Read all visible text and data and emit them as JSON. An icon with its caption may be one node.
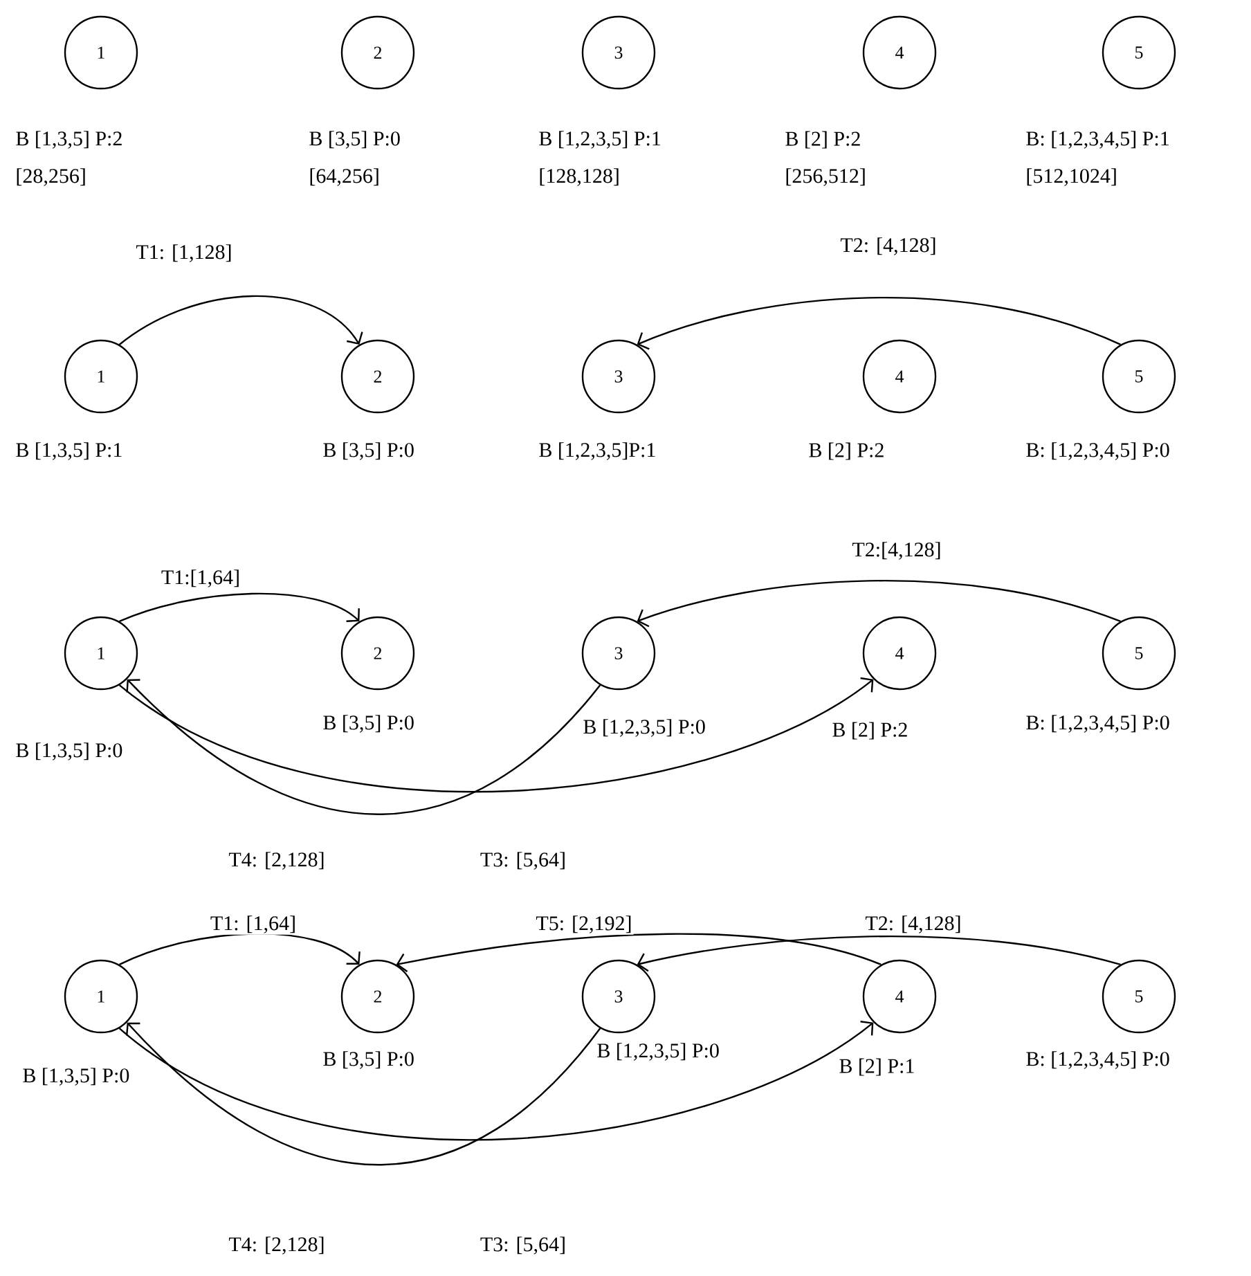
{
  "diagram": {
    "nodes": [
      {
        "text": [
          "1"
        ],
        "beside": [
          "B [1,3,5] P:2",
          "[28,256]"
        ]
      },
      {
        "text": [
          "2"
        ],
        "beside": [
          "B [3,5] P:0",
          "[64,256]"
        ]
      },
      {
        "text": [
          "3"
        ],
        "beside": [
          "B [1,2,3,5] P:1",
          "[128,128]"
        ]
      },
      {
        "text": [
          "4"
        ],
        "beside": [
          "B [2] P:2",
          "[256,512]"
        ]
      },
      {
        "text": [
          "5"
        ],
        "beside": [
          "B: [1,2,3,4,5] P:1",
          "[512,1024]"
        ]
      },
      {
        "text": [
          "1"
        ],
        "beside": [
          "B [1,3,5] P:1"
        ]
      },
      {
        "text": [
          "2"
        ],
        "beside": [
          "B [3,5] P:0"
        ]
      },
      {
        "text": [
          "3"
        ],
        "beside": [
          "B [1,2,3,5]P:1"
        ]
      },
      {
        "text": [
          "4"
        ],
        "beside": [
          "B [2] P:2"
        ]
      },
      {
        "text": [
          "5"
        ],
        "beside": [
          "B: [1,2,3,4,5] P:0"
        ]
      },
      {
        "text": [
          "1"
        ],
        "beside": [
          "B [1,3,5] P:0"
        ]
      },
      {
        "text": [
          "2"
        ],
        "beside": [
          "B [3,5] P:0"
        ]
      },
      {
        "text": [
          "3"
        ],
        "beside": [
          "B [1,2,3,5] P:0"
        ]
      },
      {
        "text": [
          "4"
        ],
        "beside": [
          "B [2] P:2"
        ]
      },
      {
        "text": [
          "5"
        ],
        "beside": [
          "B: [1,2,3,4,5] P:0"
        ]
      },
      {
        "text": [
          "1"
        ],
        "beside": [
          "B [1,3,5] P:0"
        ]
      },
      {
        "text": [
          "2"
        ],
        "beside": [
          "B [3,5] P:0"
        ]
      },
      {
        "text": [
          "3"
        ],
        "beside": [
          "B [1,2,3,5] P:0"
        ]
      },
      {
        "text": [
          "4"
        ],
        "beside": [
          "B [2] P:1"
        ]
      },
      {
        "text": [
          "5"
        ],
        "beside": [
          "B: [1,2,3,4,5] P:0"
        ]
      }
    ],
    "edges": [
      {
        "from": 5,
        "to": 6,
        "arrow": "to",
        "label": "T1: [1,128]"
      },
      {
        "from": 9,
        "to": 7,
        "arrow": "to",
        "label": "T2: [4,128]"
      },
      {
        "from": 10,
        "to": 11,
        "arrow": "to",
        "label": "T1:[1,64]"
      },
      {
        "from": 14,
        "to": 12,
        "arrow": "to",
        "label": "T2:[4,128]"
      },
      {
        "from": 12,
        "to": 10,
        "arrow": "to",
        "label": "T4: [2,128]"
      },
      {
        "from": 10,
        "to": 13,
        "arrow": "to",
        "label": "T3: [5,64]"
      },
      {
        "from": 15,
        "to": 16,
        "arrow": "to",
        "label": "T1: [1,64]"
      },
      {
        "from": 18,
        "to": 16,
        "arrow": "to",
        "label": "T5: [2,192]"
      },
      {
        "from": 19,
        "to": 17,
        "arrow": "to",
        "label": "T2: [4,128]"
      },
      {
        "from": 17,
        "to": 15,
        "arrow": "to",
        "label": "T4: [2,128]"
      },
      {
        "from": 15,
        "to": 18,
        "arrow": "to",
        "label": "T3: [5,64]"
      }
    ]
  }
}
